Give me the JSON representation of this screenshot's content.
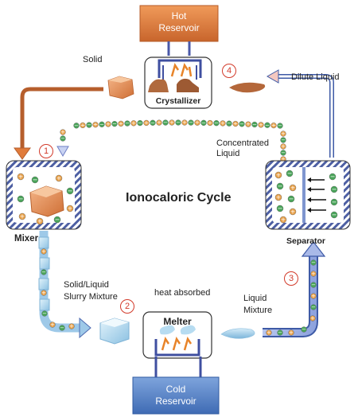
{
  "title": "Ionocaloric Cycle",
  "reservoirs": {
    "hot": [
      "Hot",
      "Reservoir"
    ],
    "cold": [
      "Cold",
      "Reservoir"
    ]
  },
  "units": {
    "crystallizer": "Crystallizer",
    "mixer": "Mixer",
    "melter": "Melter",
    "separator": "Separator"
  },
  "labels": {
    "solid": "Solid",
    "dilute_liquid": "Dilute Liquid",
    "concentrated_liquid": [
      "Concentrated",
      "Liquid"
    ],
    "slurry": [
      "Solid/Liquid",
      "Slurry Mixture"
    ],
    "heat_absorbed": "heat absorbed",
    "liquid_mixture": [
      "Liquid",
      "Mixture"
    ]
  },
  "steps": [
    "1",
    "2",
    "3",
    "4"
  ],
  "ion_signs": {
    "plus": "+",
    "minus": "−"
  },
  "colors": {
    "hot": "#d9743a",
    "cold": "#4f7fc4",
    "salt": "#e38f58",
    "ice": "#a8d3ec",
    "plus_ion": "#e8a048",
    "minus_ion": "#4aa55a",
    "pipe": "#3e5aa6",
    "step_number": "#d23a2a"
  }
}
